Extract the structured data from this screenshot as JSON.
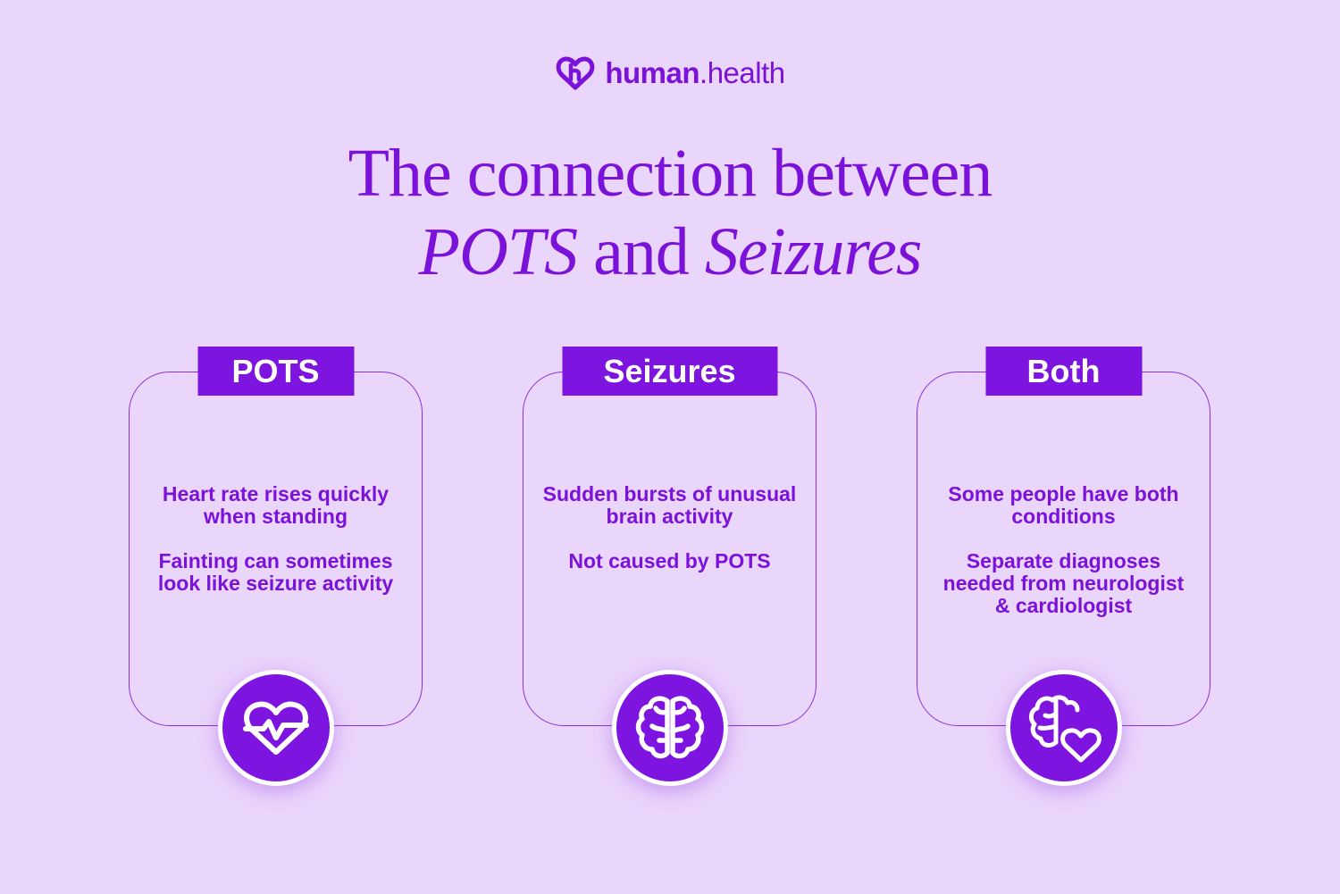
{
  "brand": {
    "name_bold": "human",
    "name_light": ".health",
    "logo_icon": "heart-h-logo-icon",
    "color": "#7b12d9"
  },
  "title": {
    "line1": "The connection between",
    "term1": "POTS",
    "connector": " and ",
    "term2": "Seizures"
  },
  "columns": [
    {
      "heading": "POTS",
      "points": [
        "Heart rate rises quickly when standing",
        "Fainting can sometimes look like seizure activity"
      ],
      "icon": "heart-pulse-icon"
    },
    {
      "heading": "Seizures",
      "points": [
        "Sudden bursts of unusual brain activity",
        "Not caused by POTS"
      ],
      "icon": "brain-icon"
    },
    {
      "heading": "Both",
      "points": [
        "Some people have both conditions",
        "Separate diagnoses needed from neurologist & cardiologist"
      ],
      "icon": "brain-heart-icon"
    }
  ],
  "colors": {
    "background": "#ead5fb",
    "accent": "#7d14e0",
    "text": "#7b12d9"
  }
}
